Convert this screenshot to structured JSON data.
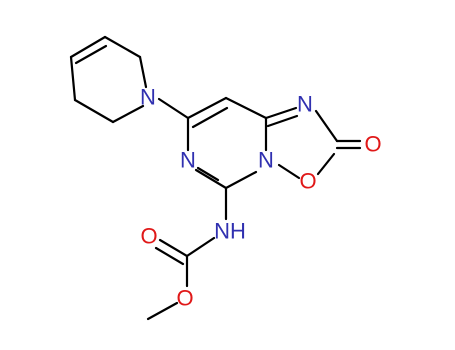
{
  "molecule": {
    "atoms": {
      "n_piperidine": "N",
      "n_pyrimidine": "N",
      "n_triazole": "N",
      "n_ring_junction": "N",
      "o_ring": "O",
      "o_carbonyl": "O",
      "n_amine": "NH",
      "o_carbamate_carbonyl": "O",
      "o_ester": "O"
    },
    "colors": {
      "bond": "#000000",
      "nitrogen": "#3030b0",
      "oxygen": "#e01818"
    }
  }
}
